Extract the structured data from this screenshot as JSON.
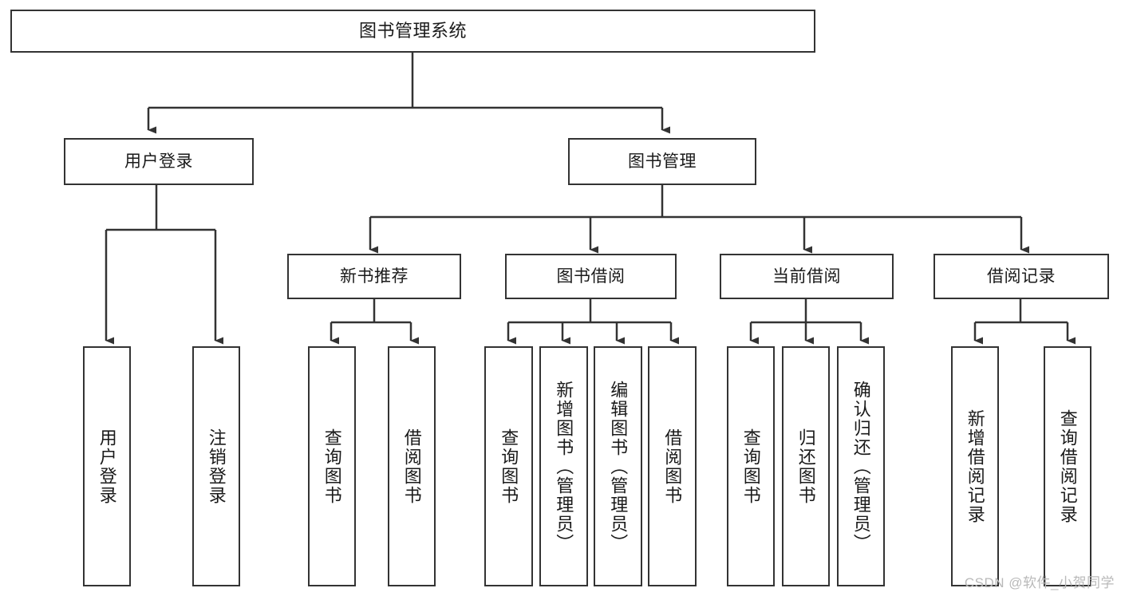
{
  "diagram": {
    "title": "图书管理系统",
    "type": "hierarchy-tree",
    "levels": [
      {
        "level": 1,
        "nodes": [
          {
            "id": "root",
            "label": "图书管理系统"
          }
        ]
      },
      {
        "level": 2,
        "nodes": [
          {
            "id": "login",
            "label": "用户登录"
          },
          {
            "id": "bookmgmt",
            "label": "图书管理"
          }
        ]
      },
      {
        "level": 3,
        "nodes": [
          {
            "id": "newbook",
            "label": "新书推荐"
          },
          {
            "id": "borrow",
            "label": "图书借阅"
          },
          {
            "id": "current",
            "label": "当前借阅"
          },
          {
            "id": "records",
            "label": "借阅记录"
          }
        ]
      },
      {
        "level": 4,
        "nodes": [
          {
            "id": "leaf1",
            "label": "用户登录",
            "parent": "login"
          },
          {
            "id": "leaf2",
            "label": "注销登录",
            "parent": "login"
          },
          {
            "id": "leaf3",
            "label": "查询图书",
            "parent": "newbook"
          },
          {
            "id": "leaf4",
            "label": "借阅图书",
            "parent": "newbook"
          },
          {
            "id": "leaf5",
            "label": "查询图书",
            "parent": "borrow"
          },
          {
            "id": "leaf6",
            "label": "新增图书（管理员）",
            "parent": "borrow"
          },
          {
            "id": "leaf7",
            "label": "编辑图书（管理员）",
            "parent": "borrow"
          },
          {
            "id": "leaf8",
            "label": "借阅图书",
            "parent": "borrow"
          },
          {
            "id": "leaf9",
            "label": "查询图书",
            "parent": "current"
          },
          {
            "id": "leaf10",
            "label": "归还图书",
            "parent": "current"
          },
          {
            "id": "leaf11",
            "label": "确认归还（管理员）",
            "parent": "current"
          },
          {
            "id": "leaf12",
            "label": "新增借阅记录",
            "parent": "records"
          },
          {
            "id": "leaf13",
            "label": "查询借阅记录",
            "parent": "records"
          }
        ]
      }
    ]
  },
  "watermark": {
    "text": "CSDN @软件_小贺同学"
  },
  "colors": {
    "stroke": "#333333",
    "background": "#ffffff",
    "text": "#1a1a1a",
    "watermark": "#b9b9b9"
  }
}
